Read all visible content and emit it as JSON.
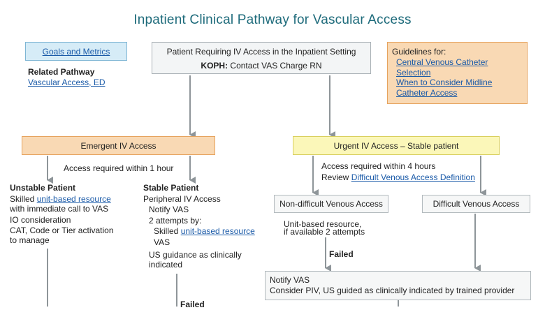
{
  "title": "Inpatient Clinical Pathway for Vascular Access",
  "goals_link": "Goals and Metrics",
  "related": {
    "heading": "Related Pathway",
    "link": "Vascular Access, ED"
  },
  "top_box": {
    "line1": "Patient Requiring IV Access in the Inpatient Setting",
    "line2_bold": "KOPH:",
    "line2_rest": " Contact VAS Charge RN"
  },
  "guidelines": {
    "heading": "Guidelines for:",
    "link1_line1": "Central Venous Catheter",
    "link1_line2": "Selection",
    "link2_line1": "When to Consider Midline",
    "link2_line2": "Catheter Access"
  },
  "emergent": {
    "label": "Emergent IV Access",
    "note": "Access required within 1 hour",
    "unstable": {
      "heading": "Unstable Patient",
      "l1_pre": "Skilled ",
      "l1_link": "unit-based resource",
      "l2": "with immediate call to VAS",
      "l3": "IO consideration",
      "l4": "CAT, Code or Tier activation",
      "l5": "to manage"
    },
    "stable": {
      "heading": "Stable Patient",
      "l1": "Peripheral IV Access",
      "l2": "Notify VAS",
      "l3": "2 attempts by:",
      "l4_pre": "Skilled ",
      "l4_link": "unit-based resource",
      "l5": "VAS",
      "l6": "US guidance as clinically",
      "l7": "indicated",
      "failed": "Failed"
    }
  },
  "urgent": {
    "label": "Urgent IV Access – Stable patient",
    "note1": "Access required within 4 hours",
    "note2_pre": "Review ",
    "note2_link": "Difficult Venous Access Definition",
    "nondifficult": "Non-difficult Venous Access",
    "difficult": "Difficult Venous Access",
    "unit_l1": "Unit-based resource,",
    "unit_l2": "if available 2 attempts",
    "failed": "Failed",
    "notify_l1": "Notify VAS",
    "notify_l2": "Consider PIV, US guided as clinically indicated by trained provider"
  }
}
